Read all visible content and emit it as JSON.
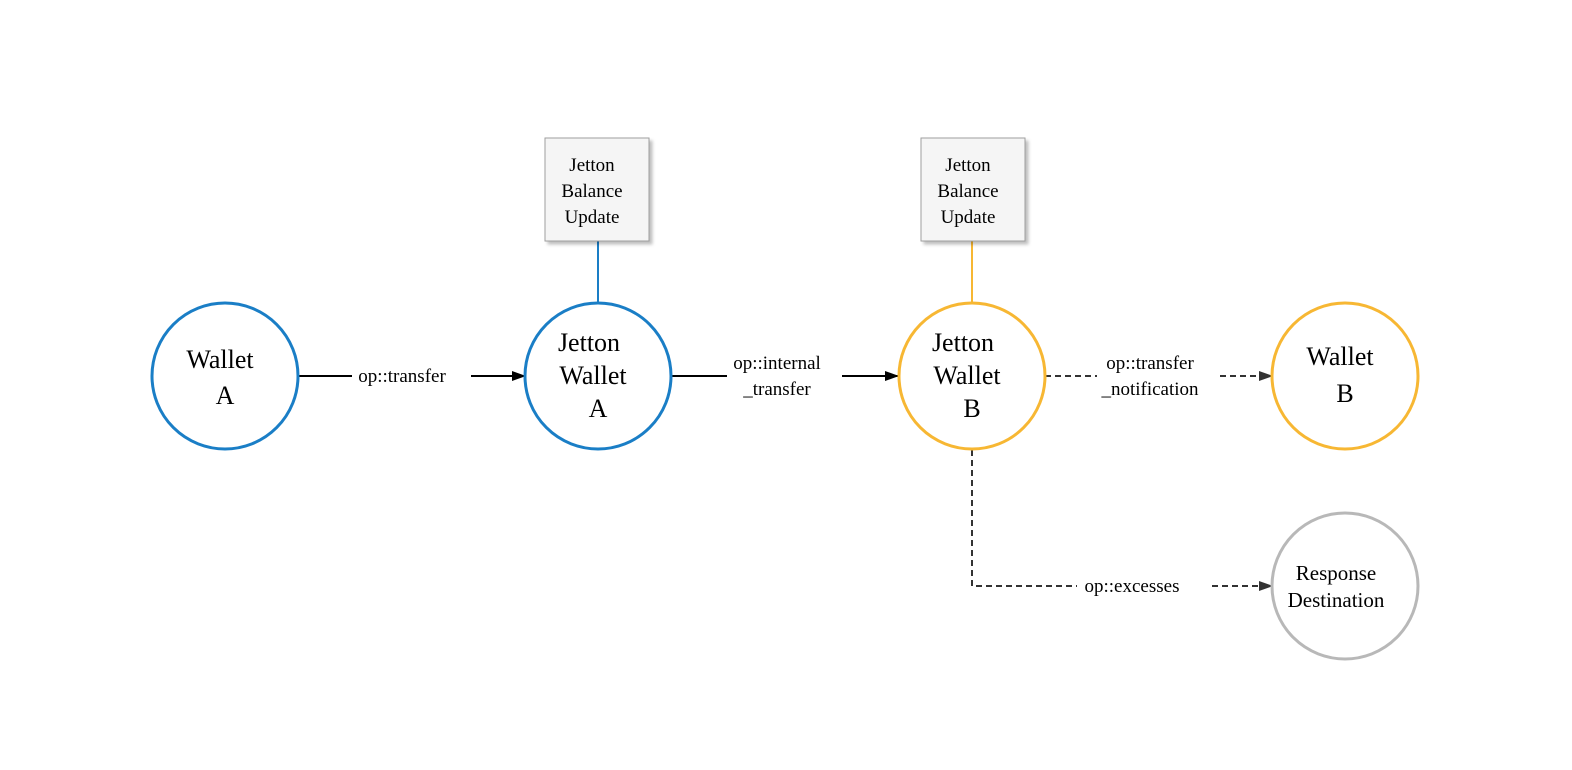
{
  "colors": {
    "blue": "#1a7ec6",
    "yellow": "#f7b733",
    "gray": "#b8b8b8",
    "edge_solid": "#000000",
    "edge_dashed": "#333333",
    "box_fill": "#f5f5f5",
    "box_stroke": "#9e9e9e"
  },
  "nodes": {
    "wallet_a": {
      "line1": "Wallet",
      "line2": "A"
    },
    "jetton_wallet_a": {
      "line1": "Jetton",
      "line2": "Wallet",
      "line3": "A"
    },
    "jetton_wallet_b": {
      "line1": "Jetton",
      "line2": "Wallet",
      "line3": "B"
    },
    "wallet_b": {
      "line1": "Wallet",
      "line2": "B"
    },
    "response_destination": {
      "line1": "Response",
      "line2": "Destination"
    }
  },
  "boxes": {
    "balance_update_a": {
      "line1": "Jetton",
      "line2": "Balance",
      "line3": "Update"
    },
    "balance_update_b": {
      "line1": "Jetton",
      "line2": "Balance",
      "line3": "Update"
    }
  },
  "edges": {
    "transfer": {
      "label": "op::transfer"
    },
    "internal_transfer": {
      "line1": "op::internal",
      "line2": "_transfer"
    },
    "transfer_notification": {
      "line1": "op::transfer",
      "line2": "_notification"
    },
    "excesses": {
      "label": "op::excesses"
    }
  }
}
